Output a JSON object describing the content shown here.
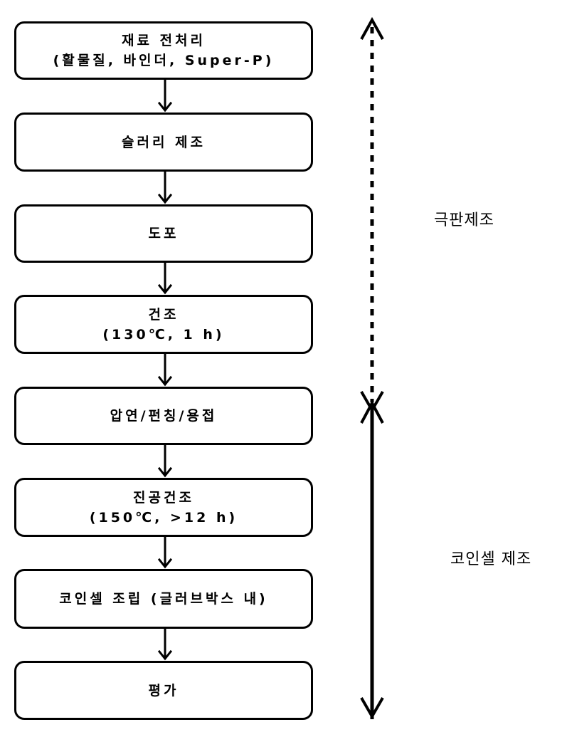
{
  "steps": [
    {
      "line1": "재료 전처리",
      "line2": "(활물질, 바인더, Super-P)"
    },
    {
      "line1": "슬러리 제조",
      "line2": ""
    },
    {
      "line1": "도포",
      "line2": ""
    },
    {
      "line1": "건조",
      "line2": "(130℃, 1 h)"
    },
    {
      "line1": "압연/펀칭/용접",
      "line2": ""
    },
    {
      "line1": "진공건조",
      "line2": "(150℃, >12 h)"
    },
    {
      "line1": "코인셀 조립 (글러브박스 내)",
      "line2": ""
    },
    {
      "line1": "평가",
      "line2": ""
    }
  ],
  "phases": {
    "electrode": "극판제조",
    "coincell": "코인셀 제조"
  }
}
